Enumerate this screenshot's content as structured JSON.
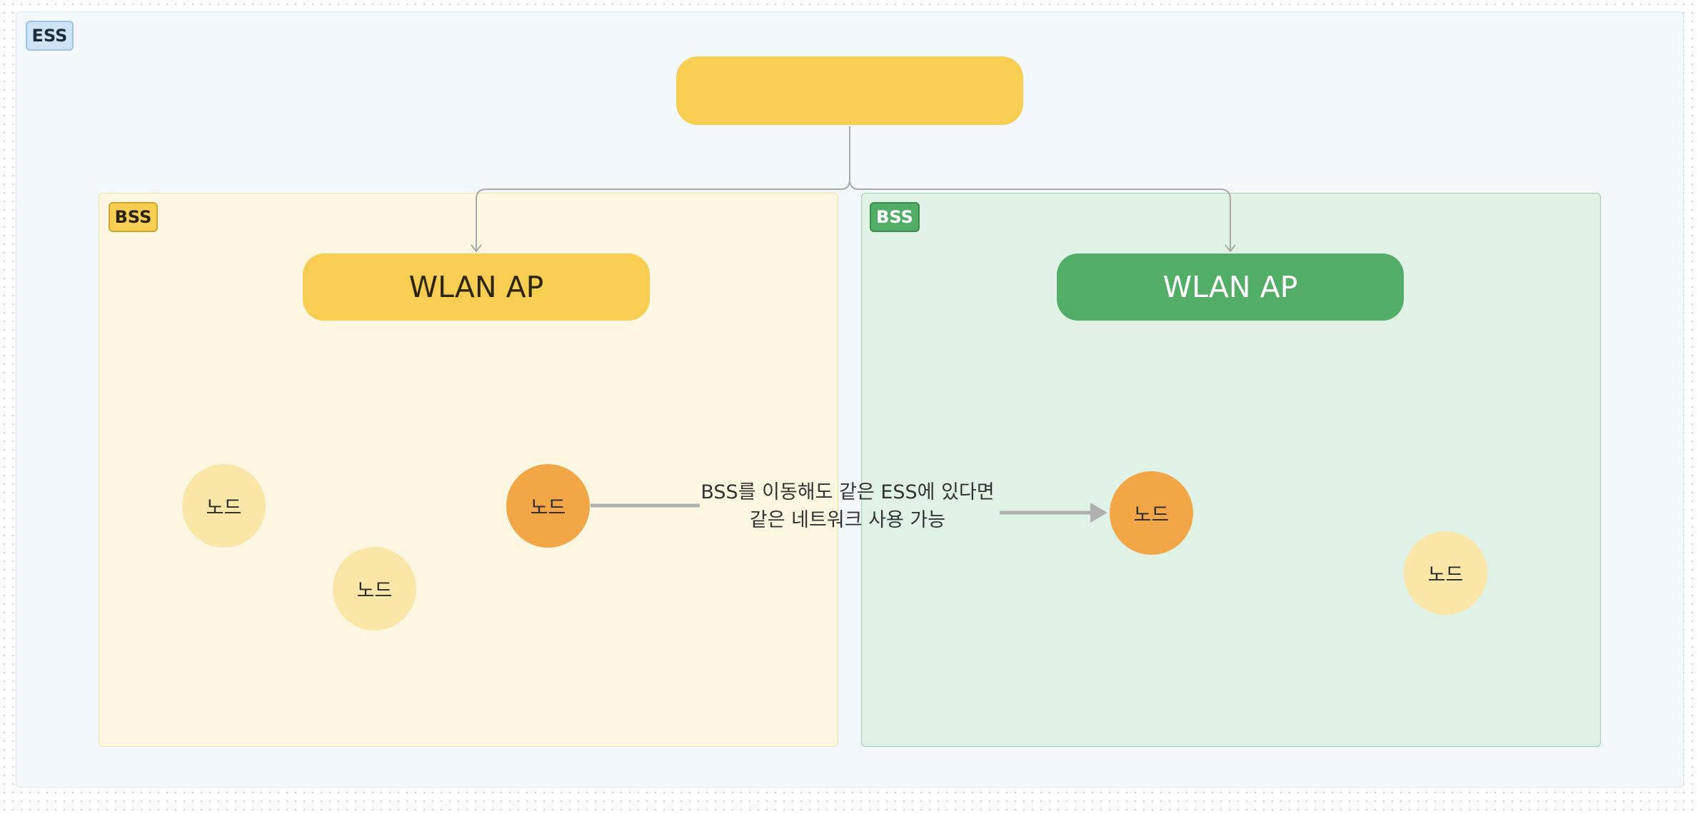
{
  "ess": {
    "tag": "ESS",
    "top_box_label": ""
  },
  "bss": [
    {
      "tag": "BSS",
      "ap_label": "WLAN AP",
      "color": "#f7cd52"
    },
    {
      "tag": "BSS",
      "ap_label": "WLAN AP",
      "color": "#52ad67"
    }
  ],
  "nodes": [
    {
      "label": "노드",
      "style": "light"
    },
    {
      "label": "노드",
      "style": "light"
    },
    {
      "label": "노드",
      "style": "orange"
    },
    {
      "label": "노드",
      "style": "orange"
    },
    {
      "label": "노드",
      "style": "light"
    }
  ],
  "roaming_caption": {
    "line1": "BSS를 이동해도 같은 ESS에  있다면",
    "line2": "같은 네트워크 사용 가능"
  },
  "colors": {
    "ess_background": "#f3f8fd",
    "bss_yellow_background": "#fdf6e0",
    "bss_green_background": "#e0f1e6",
    "yellow": "#f7cd52",
    "green": "#52ad67",
    "node_light": "#fae6a6",
    "node_orange": "#f2a645",
    "connector": "#a9a9a9"
  },
  "icons": [
    "arrow-down-icon",
    "arrow-right-icon"
  ]
}
